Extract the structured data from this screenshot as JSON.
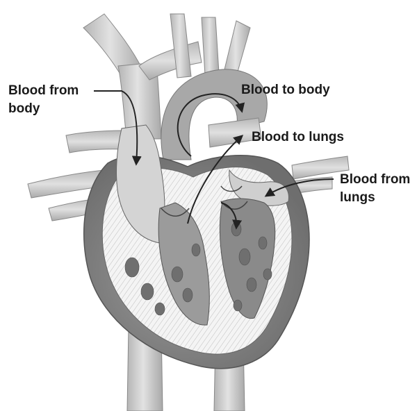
{
  "labels": {
    "blood_from_body": {
      "line1": "Blood from",
      "line2": "body"
    },
    "blood_to_body": "Blood to body",
    "blood_to_lungs": "Blood to lungs",
    "blood_from_lungs": {
      "line1": "Blood from",
      "line2": "lungs"
    }
  },
  "colors": {
    "vessel_fill": "#c9c9c9",
    "vessel_dark": "#9a9a9a",
    "muscle_fill": "#8f8f8f",
    "chamber_fill": "#d8d8d8",
    "wall_light": "#f2f2f2",
    "outline": "#555555",
    "arrow": "#222222"
  }
}
